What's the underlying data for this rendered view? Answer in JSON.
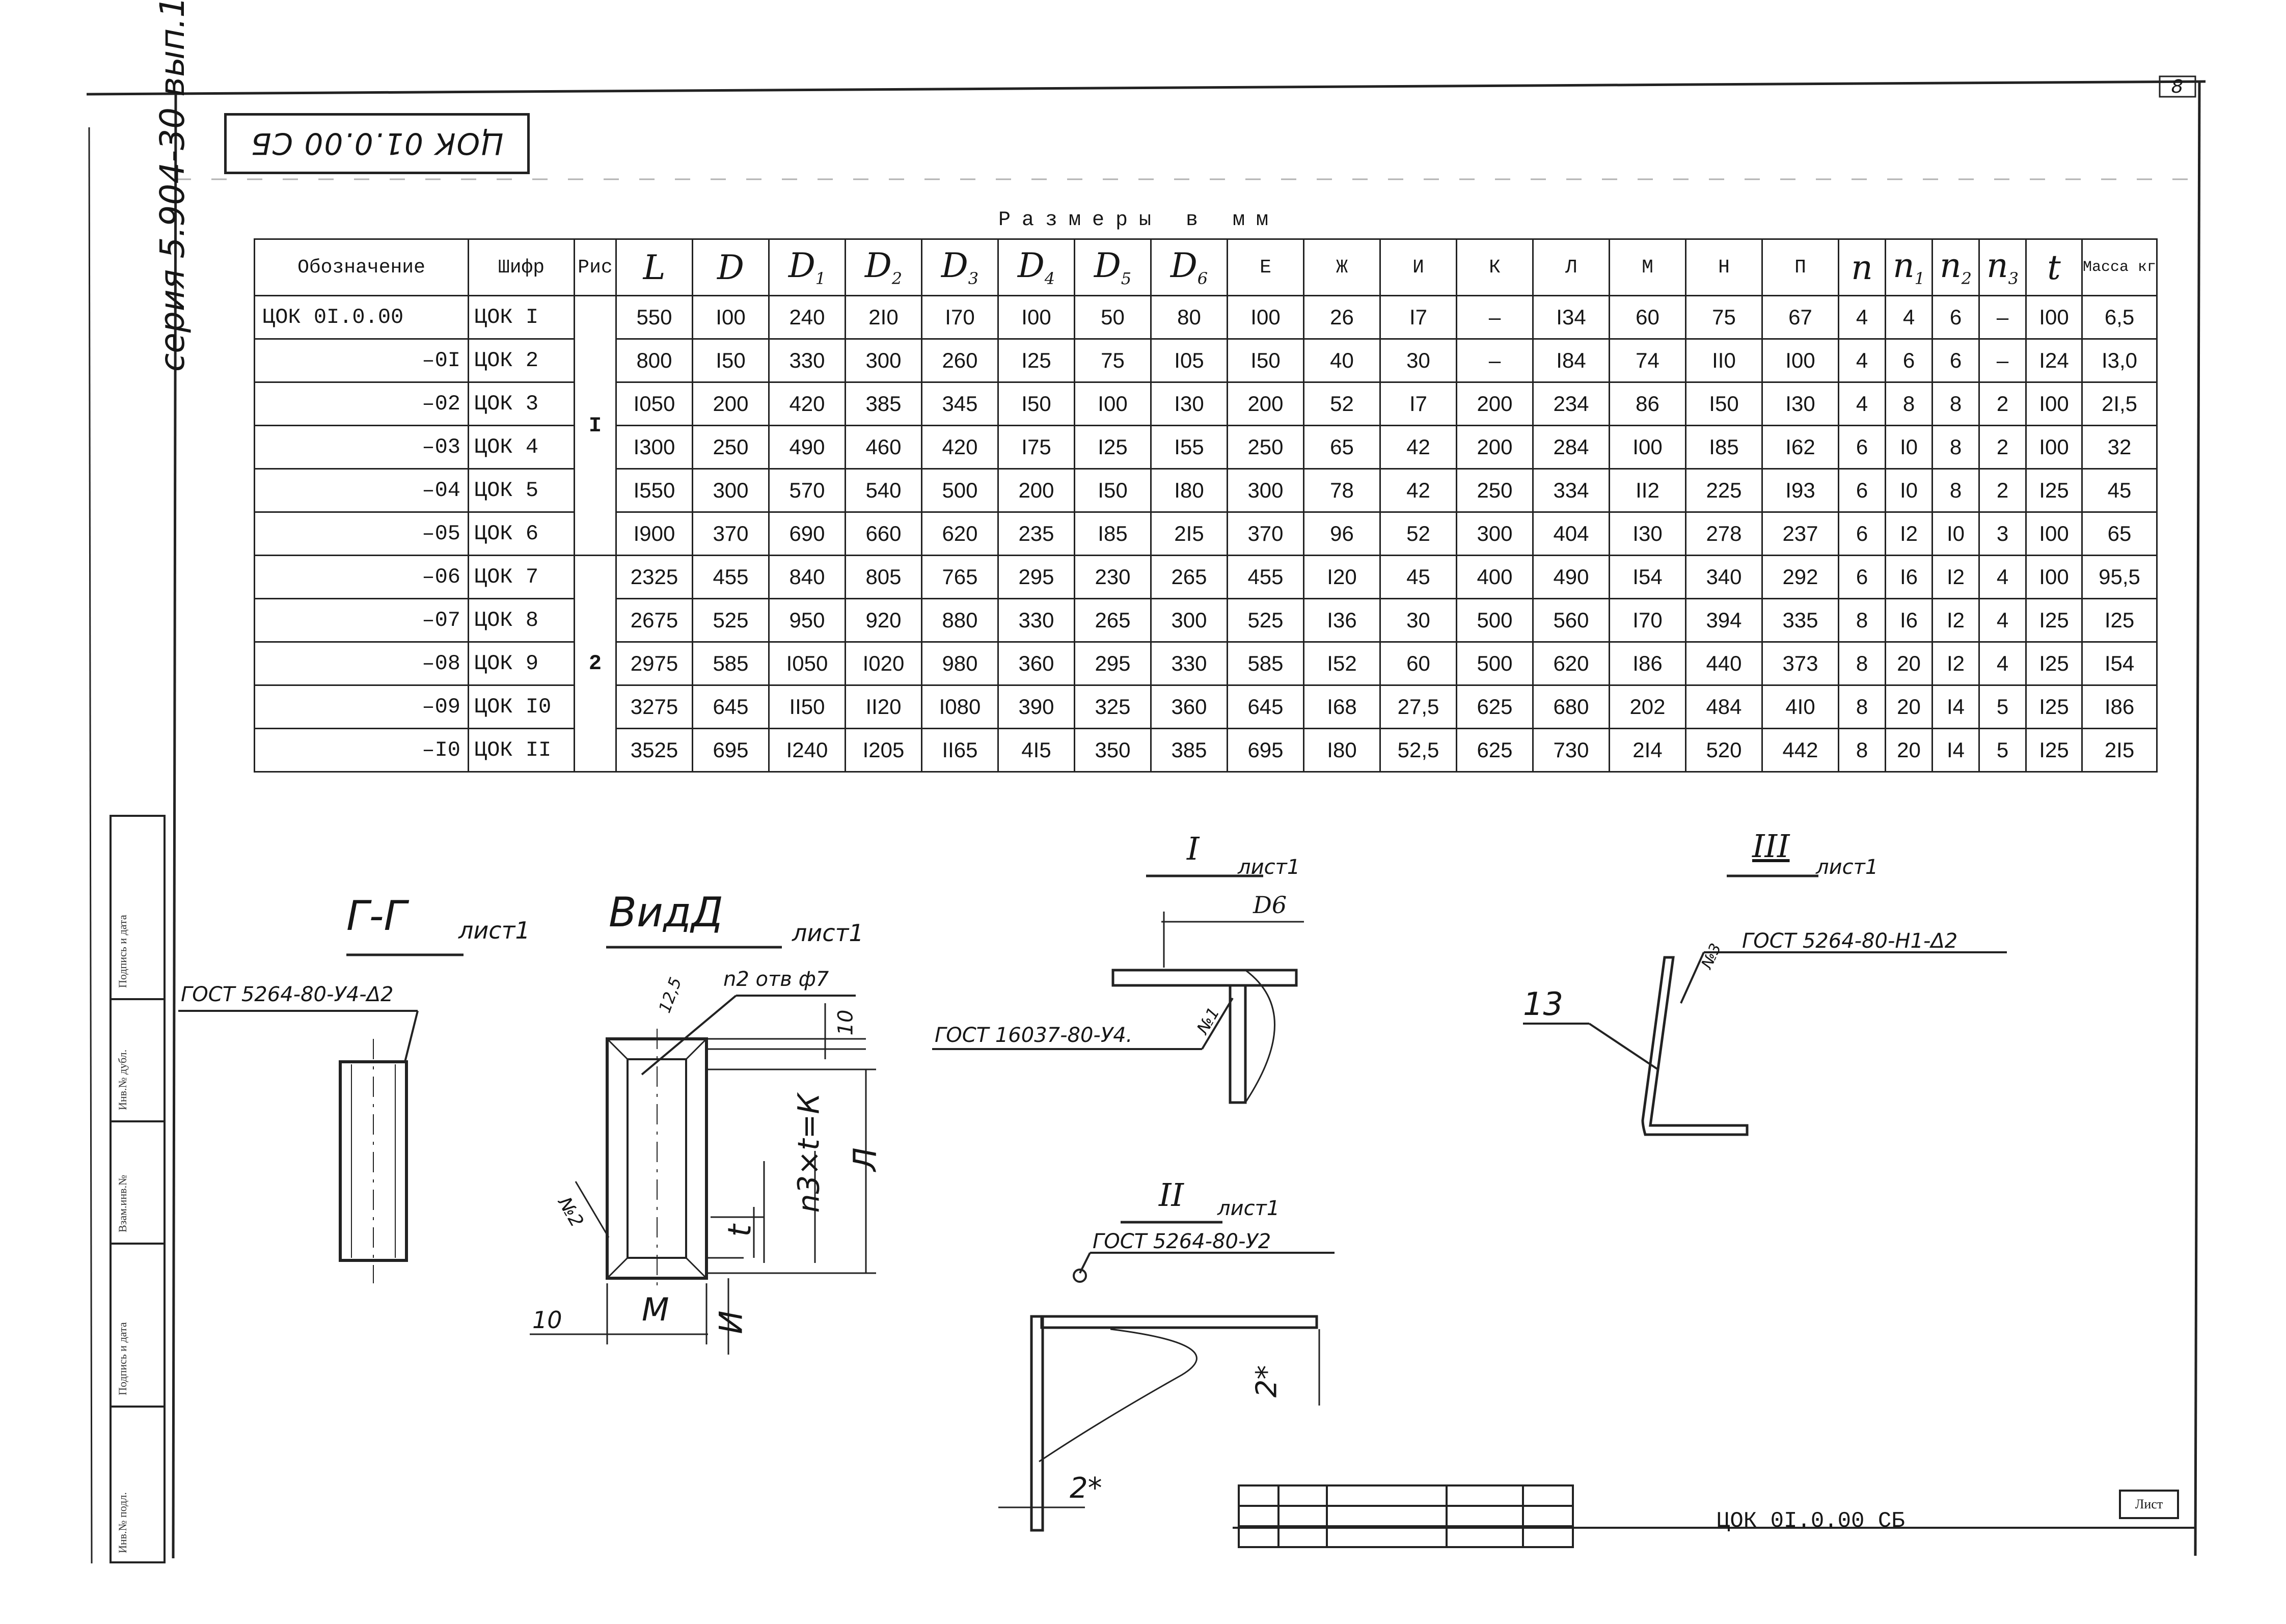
{
  "stamp_code": "ЦОК 01.0.00 СБ",
  "series_text": "серия 5.904-30 вып.1",
  "sheet_corner_number": "8",
  "table": {
    "caption": "Размеры в мм",
    "headers": [
      "Обозначение",
      "Шифр",
      "Рис",
      "L",
      "D",
      "D1",
      "D2",
      "D3",
      "D4",
      "D5",
      "D6",
      "Е",
      "Ж",
      "И",
      "К",
      "Л",
      "М",
      "Н",
      "П",
      "n",
      "n1",
      "n2",
      "n3",
      "t",
      "Масса кг"
    ],
    "figure_groups": [
      {
        "label": "I",
        "rows": 6
      },
      {
        "label": "2",
        "rows": 5
      }
    ],
    "rows": [
      [
        "ЦОК 0I.0.00",
        "ЦОК I",
        "550",
        "I00",
        "240",
        "2I0",
        "I70",
        "I00",
        "50",
        "80",
        "I00",
        "26",
        "I7",
        "–",
        "I34",
        "60",
        "75",
        "67",
        "4",
        "4",
        "6",
        "–",
        "I00",
        "6,5"
      ],
      [
        "–0I",
        "ЦОК 2",
        "800",
        "I50",
        "330",
        "300",
        "260",
        "I25",
        "75",
        "I05",
        "I50",
        "40",
        "30",
        "–",
        "I84",
        "74",
        "II0",
        "I00",
        "4",
        "6",
        "6",
        "–",
        "I24",
        "I3,0"
      ],
      [
        "–02",
        "ЦОК 3",
        "I050",
        "200",
        "420",
        "385",
        "345",
        "I50",
        "I00",
        "I30",
        "200",
        "52",
        "I7",
        "200",
        "234",
        "86",
        "I50",
        "I30",
        "4",
        "8",
        "8",
        "2",
        "I00",
        "2I,5"
      ],
      [
        "–03",
        "ЦОК 4",
        "I300",
        "250",
        "490",
        "460",
        "420",
        "I75",
        "I25",
        "I55",
        "250",
        "65",
        "42",
        "200",
        "284",
        "I00",
        "I85",
        "I62",
        "6",
        "I0",
        "8",
        "2",
        "I00",
        "32"
      ],
      [
        "–04",
        "ЦОК 5",
        "I550",
        "300",
        "570",
        "540",
        "500",
        "200",
        "I50",
        "I80",
        "300",
        "78",
        "42",
        "250",
        "334",
        "II2",
        "225",
        "I93",
        "6",
        "I0",
        "8",
        "2",
        "I25",
        "45"
      ],
      [
        "–05",
        "ЦОК 6",
        "I900",
        "370",
        "690",
        "660",
        "620",
        "235",
        "I85",
        "2I5",
        "370",
        "96",
        "52",
        "300",
        "404",
        "I30",
        "278",
        "237",
        "6",
        "I2",
        "I0",
        "3",
        "I00",
        "65"
      ],
      [
        "–06",
        "ЦОК 7",
        "2325",
        "455",
        "840",
        "805",
        "765",
        "295",
        "230",
        "265",
        "455",
        "I20",
        "45",
        "400",
        "490",
        "I54",
        "340",
        "292",
        "6",
        "I6",
        "I2",
        "4",
        "I00",
        "95,5"
      ],
      [
        "–07",
        "ЦОК 8",
        "2675",
        "525",
        "950",
        "920",
        "880",
        "330",
        "265",
        "300",
        "525",
        "I36",
        "30",
        "500",
        "560",
        "I70",
        "394",
        "335",
        "8",
        "I6",
        "I2",
        "4",
        "I25",
        "I25"
      ],
      [
        "–08",
        "ЦОК 9",
        "2975",
        "585",
        "I050",
        "I020",
        "980",
        "360",
        "295",
        "330",
        "585",
        "I52",
        "60",
        "500",
        "620",
        "I86",
        "440",
        "373",
        "8",
        "20",
        "I2",
        "4",
        "I25",
        "I54"
      ],
      [
        "–09",
        "ЦОК I0",
        "3275",
        "645",
        "II50",
        "II20",
        "I080",
        "390",
        "325",
        "360",
        "645",
        "I68",
        "27,5",
        "625",
        "680",
        "202",
        "484",
        "4I0",
        "8",
        "20",
        "I4",
        "5",
        "I25",
        "I86"
      ],
      [
        "–I0",
        "ЦОК II",
        "3525",
        "695",
        "I240",
        "I205",
        "II65",
        "4I5",
        "350",
        "385",
        "695",
        "I80",
        "52,5",
        "625",
        "730",
        "2I4",
        "520",
        "442",
        "8",
        "20",
        "I4",
        "5",
        "I25",
        "2I5"
      ]
    ]
  },
  "drawings": {
    "section_gg": {
      "title": "Г-Г",
      "sheet": "лист1",
      "note": "ГОСТ 5264-80-У4-Δ2"
    },
    "view_d": {
      "title": "ВидД",
      "sheet": "лист1",
      "holes": "n2 отв ф7",
      "dim_top": "12,5",
      "dim_10": "10",
      "dim_side": "10",
      "m": "М",
      "i": "И",
      "l": "Л",
      "t": "t",
      "formula": "n3×t=К",
      "weld": "№2"
    },
    "detail_1": {
      "title": "I",
      "sheet": "лист1",
      "d6": "D6",
      "note": "ГОСТ 16037-80-У4.",
      "weld": "№1"
    },
    "detail_2": {
      "title": "II",
      "sheet": "лист1",
      "note": "ГОСТ 5264-80-У2",
      "dim_a": "2*",
      "dim_b": "2*"
    },
    "detail_3": {
      "title": "III",
      "sheet": "лист1",
      "note": "ГОСТ 5264-80-Н1-Δ2",
      "weld": "№3",
      "pos": "13"
    }
  },
  "title_block": {
    "code": "ЦОК 0I.0.00 СБ",
    "sheet_label": "Лист"
  },
  "margin_labels": [
    "Подпись и дата",
    "Инв.№ дубл.",
    "Взам.инв.№",
    "Подпись и дата",
    "Инв.№ подл."
  ]
}
